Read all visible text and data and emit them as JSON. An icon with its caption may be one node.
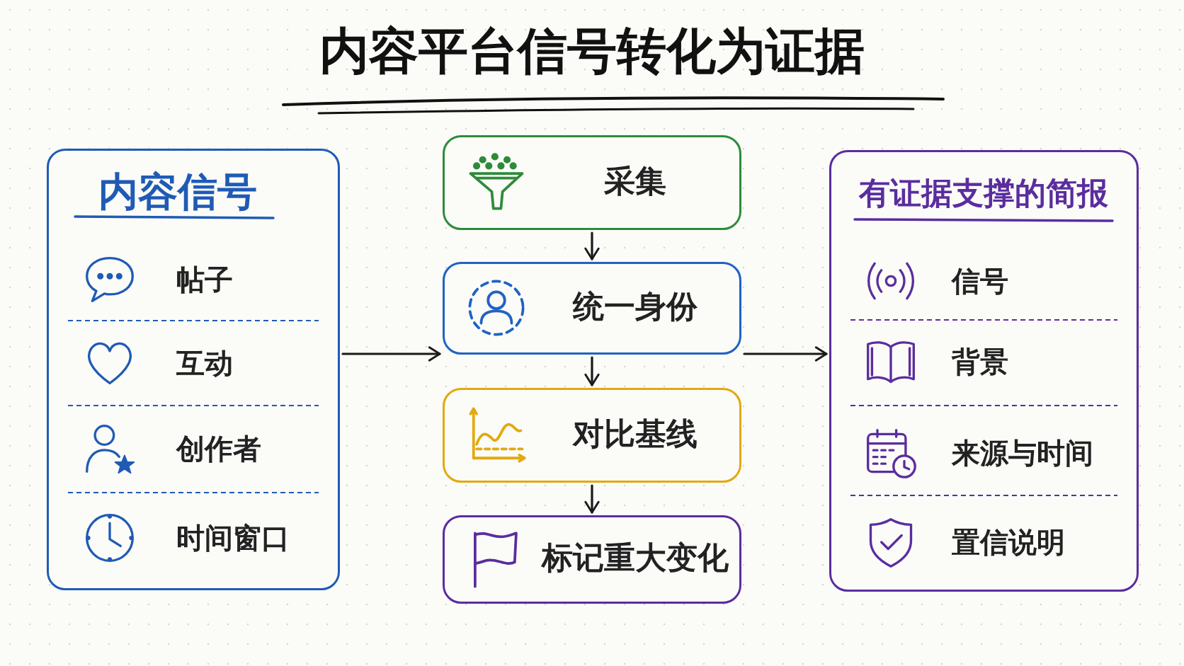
{
  "diagram": {
    "title": "内容平台信号转化为证据",
    "nodes": [
      {
        "text": [
          "内容信号",
          "帖子",
          "互动",
          "创作者",
          "时间窗口"
        ]
      },
      {
        "text": [
          "采集"
        ]
      },
      {
        "text": [
          "统一身份"
        ]
      },
      {
        "text": [
          "对比基线"
        ]
      },
      {
        "text": [
          "标记重大变化"
        ]
      },
      {
        "text": [
          "有证据支撑的简报",
          "信号",
          "背景",
          "来源与时间",
          "置信说明"
        ]
      }
    ],
    "edges": [
      {
        "from": 0,
        "to": 2,
        "arrow": "to"
      },
      {
        "from": 1,
        "to": 2,
        "arrow": "to"
      },
      {
        "from": 2,
        "to": 3,
        "arrow": "to"
      },
      {
        "from": 3,
        "to": 4,
        "arrow": "to"
      },
      {
        "from": 2,
        "to": 5,
        "arrow": "to"
      }
    ]
  }
}
